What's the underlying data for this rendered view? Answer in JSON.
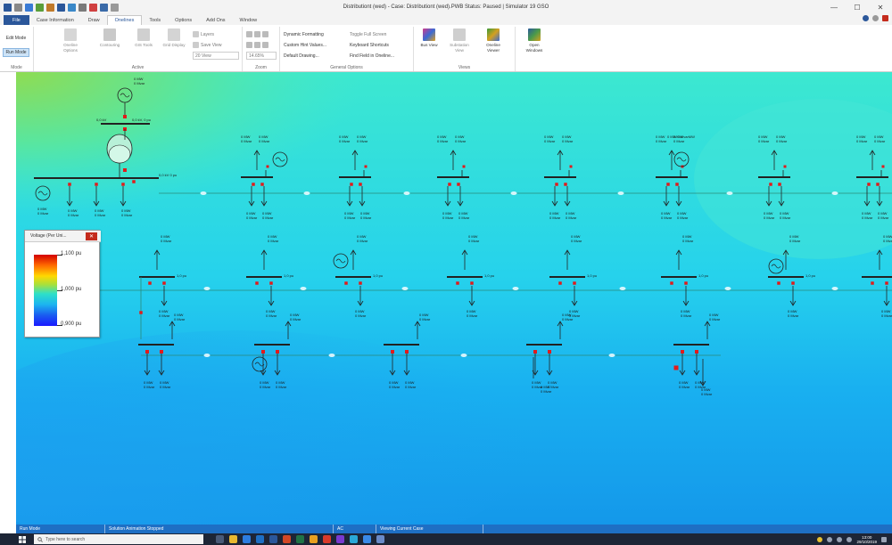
{
  "window": {
    "title": "Distributiont (wed) - Case: Distributiont (wed).PWB Status: Paused | Simulator 19 GSO",
    "minimize": "—",
    "maximize": "☐",
    "close": "✕"
  },
  "tabs": [
    "File",
    "Case Information",
    "Draw",
    "Onelines",
    "Tools",
    "Options",
    "Add Ons",
    "Window"
  ],
  "active_tab": "Onelines",
  "ribbon": {
    "mode": {
      "edit": "Edit Mode",
      "run": "Run Mode",
      "label": "Mode"
    },
    "active_group": {
      "label": "Active",
      "oneline_options": "Oneline Options",
      "contouring": "Contouring",
      "gis_tools": "GIS Tools",
      "grid_display": "Grid Display",
      "layers": "Layers",
      "save_view": "Save View",
      "view_select": "20 View"
    },
    "zoom": {
      "label": "Zoom",
      "value": "14.65%"
    },
    "general": {
      "label": "General Options",
      "dynamic_formatting": "Dynamic Formatting",
      "toggle_full_screen": "Toggle Full Screen",
      "custom_hint": "Custom Hint Values...",
      "keyboard_shortcuts": "Keyboard Shortcuts",
      "default_drawing": "Default Drawing...",
      "find_field": "Find Field in Oneline..."
    },
    "views": {
      "label": "Views",
      "bus_view": "Bus View",
      "substation_view": "Substation View",
      "oneline_viewer": "Oneline Viewer"
    },
    "open_windows": "Open Windows"
  },
  "legend": {
    "title": "Voltage (Per Uni...",
    "close": "✕",
    "max": "1,100 pu",
    "mid": "1,000 pu",
    "min": "0,900 pu"
  },
  "diagram": {
    "flow_top": "0 MW",
    "flow_top2": "0 Mvar",
    "bus_label": "0,0 kV",
    "bus_label2": "0,0 kV, 0 pu",
    "load_mw": "0 MW",
    "load_mvar": "0 Mvar",
    "main_bus": "0,0 kV  0 pu",
    "gen_val": "0 MW  0 MvarMW",
    "bus_sm": "1,0 pu"
  },
  "statusbar": {
    "mode": "Run Mode",
    "animation": "Solution Animation Stopped",
    "ac": "AC",
    "case": "Viewing Current Case"
  },
  "taskbar": {
    "search_placeholder": "Type here to search",
    "time": "13:00",
    "date": "29/10/2019"
  },
  "colors": {
    "accent": "#2b579a",
    "status": "#1e6fc4",
    "taskbar": "#1d2536",
    "bus_line": "#222222",
    "breaker": "#e11b1b"
  }
}
